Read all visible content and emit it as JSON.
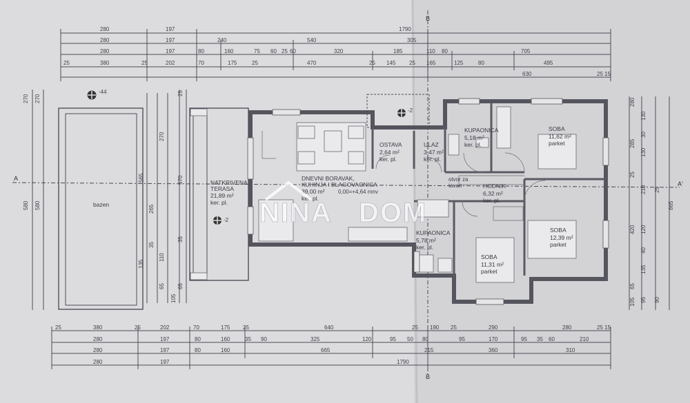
{
  "axes": {
    "a_left": "A",
    "a_right": "A'",
    "b_top": "B",
    "b_bottom": "B"
  },
  "rooms": {
    "terrace": [
      "NATKRIVENA",
      "TERASA",
      "21,89 m²",
      "ker. pl."
    ],
    "living": [
      "DNEVNI BORAVAK,",
      "KUHINJA I BLAGOVAONICA",
      "39,00 m²",
      "ker. pl."
    ],
    "level": "0,00=+4,64 mnv",
    "storage": [
      "OSTAVA",
      "2,64 m²",
      "ker. pl."
    ],
    "entrance": [
      "ULAZ",
      "3,47 m²",
      "ker. pl."
    ],
    "bath1": [
      "KUPAONICA",
      "5,18 m²",
      "ker. pl."
    ],
    "bedroom1": [
      "SOBA",
      "11,62 m²",
      "parket"
    ],
    "hall": [
      "HODNIK",
      "6,32 m²",
      "ker. pl."
    ],
    "attic": [
      "otvor za",
      "tavan"
    ],
    "bath2": [
      "KUPAONICA",
      "5,78 m²",
      "ker. pl."
    ],
    "bedroom2": [
      "SOBA",
      "11,31 m²",
      "parket"
    ],
    "bedroom3": [
      "SOBA",
      "12,39 m²",
      "parket"
    ],
    "pool": "bazen"
  },
  "elevations": [
    "-44",
    "-2",
    "-2"
  ],
  "dims_top": {
    "row1": [
      "280",
      "197",
      "1790"
    ],
    "row2": [
      "280",
      "197",
      "240",
      "540",
      "305"
    ],
    "row3": [
      "280",
      "197",
      "80",
      "160",
      "75",
      "60",
      "25",
      "60",
      "320",
      "185",
      "110",
      "80",
      "705"
    ],
    "row4": [
      "25",
      "380",
      "25",
      "202",
      "70",
      "175",
      "25",
      "470",
      "25",
      "145",
      "25",
      "165",
      "125",
      "80",
      "495"
    ],
    "row5": [
      "630",
      "25",
      "15"
    ]
  },
  "dims_bottom": {
    "row1": [
      "25",
      "380",
      "25",
      "202",
      "70",
      "175",
      "25",
      "640",
      "25",
      "190",
      "25",
      "290",
      "280",
      "25",
      "15"
    ],
    "row2": [
      "280",
      "197",
      "80",
      "160",
      "35",
      "90",
      "325",
      "120",
      "95",
      "50",
      "80",
      "95",
      "170",
      "95",
      "35",
      "60",
      "210"
    ],
    "row3": [
      "280",
      "197",
      "80",
      "160",
      "665",
      "215",
      "360",
      "310"
    ],
    "row4": [
      "280",
      "197",
      "1790"
    ]
  },
  "dims_left": [
    "270",
    "270",
    "565",
    "265",
    "35",
    "110",
    "135",
    "65",
    "105",
    "65",
    "25",
    "580",
    "580",
    "570",
    "270",
    "35"
  ],
  "dims_right": [
    "280",
    "130",
    "30",
    "130",
    "285",
    "25",
    "210",
    "25",
    "120",
    "40",
    "135",
    "65",
    "95",
    "105",
    "90",
    "865",
    "420"
  ],
  "watermark": {
    "word1": "NINA",
    "word2": "DOM"
  }
}
